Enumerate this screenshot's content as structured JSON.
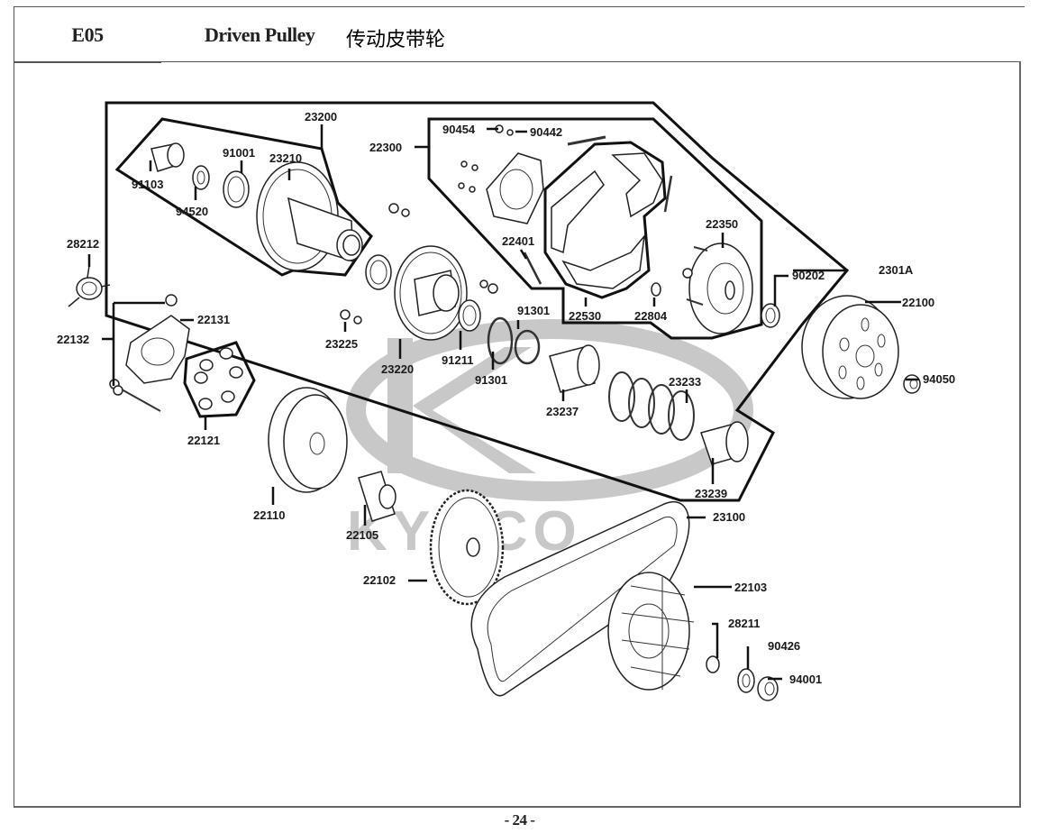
{
  "header": {
    "section_code": "E05",
    "title_en": "Driven Pulley",
    "title_cn": "传动皮带轮"
  },
  "watermark": {
    "brand": "KYMCO",
    "color": "#c8c8c8"
  },
  "parts": {
    "p23200": "23200",
    "p22300": "22300",
    "p91103": "91103",
    "p91001": "91001",
    "p23210": "23210",
    "p94520": "94520",
    "p90454": "90454",
    "p90442": "90442",
    "p22350": "22350",
    "p22401": "22401",
    "p90202": "90202",
    "p2301A": "2301A",
    "p22530": "22530",
    "p22804": "22804",
    "p22100": "22100",
    "p28212": "28212",
    "p22131": "22131",
    "p22132": "22132",
    "p23225": "23225",
    "p91301a": "91301",
    "p91211": "91211",
    "p91301b": "91301",
    "p23220": "23220",
    "p94050": "94050",
    "p23233": "23233",
    "p23237": "23237",
    "p22121": "22121",
    "p23239": "23239",
    "p22110": "22110",
    "p23100": "23100",
    "p22105": "22105",
    "p22102": "22102",
    "p22103": "22103",
    "p28211": "28211",
    "p90426": "90426",
    "p94001": "94001"
  },
  "footer": {
    "page_number": "- 24 -"
  }
}
